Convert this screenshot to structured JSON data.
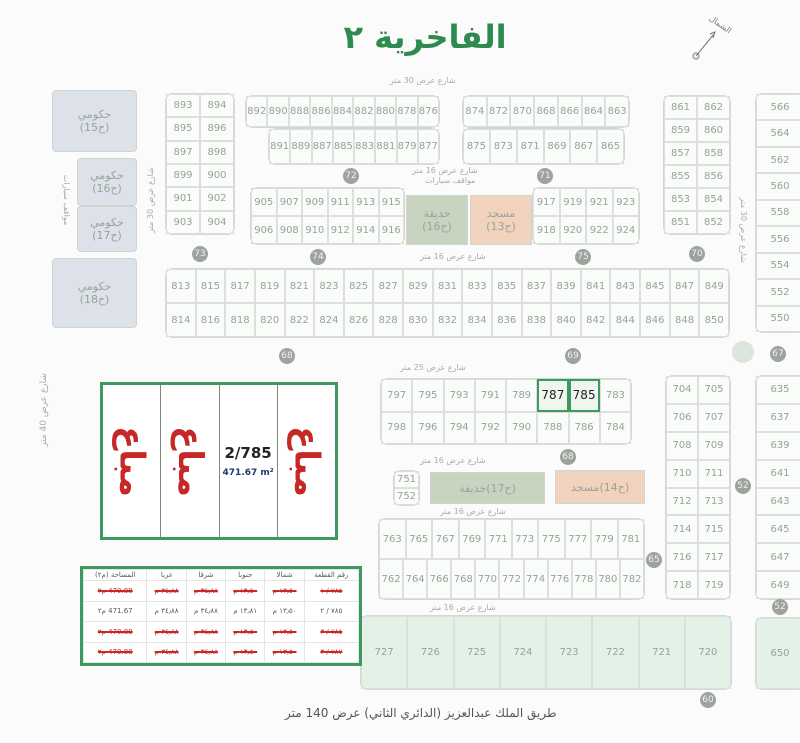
{
  "title": "الفاخرية ٢",
  "north_label": "الشمال",
  "colors": {
    "accent": "#2e8b50",
    "sold": "#c62828",
    "garden": "#c8d3c0",
    "mosque": "#f1d3bd",
    "government": "#dde1ea",
    "commercial": "#e4f1e6"
  },
  "roads": {
    "top": "شارع عرض 30 متر",
    "inner16": "شارع عرض 16 متر",
    "r25": "شارع عرض 25 متر",
    "left40": "شارع عرض 40 متر",
    "right30": "شارع عرض 30 متر",
    "parking": "مواقف سيارات",
    "bottom": "طريق الملك عبدالعزيز (الدائري الثاني) عرض 140 متر"
  },
  "government": [
    {
      "label": "حكومي",
      "code": "(ح15)"
    },
    {
      "label": "حكومي",
      "code": "(ح16)"
    },
    {
      "label": "حكومي",
      "code": "(ح17)"
    },
    {
      "label": "حكومي",
      "code": "(ح18)"
    }
  ],
  "facilities": [
    {
      "label": "حديقة",
      "code": "(ح16)",
      "type": "garden"
    },
    {
      "label": "مسجد",
      "code": "(ح13)",
      "type": "mosque"
    },
    {
      "label": "حديقة",
      "code": "(ح17)",
      "type": "garden"
    },
    {
      "label": "مسجد",
      "code": "(ح14)",
      "type": "mosque"
    }
  ],
  "blocks": {
    "b73": [
      [
        "893",
        "894"
      ],
      [
        "895",
        "896"
      ],
      [
        "897",
        "898"
      ],
      [
        "899",
        "900"
      ],
      [
        "901",
        "902"
      ],
      [
        "903",
        "904"
      ]
    ],
    "b72top": [
      [
        "892",
        "890",
        "888",
        "886",
        "884",
        "882",
        "880",
        "878",
        "876"
      ]
    ],
    "b72bot": [
      [
        "891",
        "889",
        "887",
        "885",
        "883",
        "881",
        "879",
        "877"
      ]
    ],
    "b71top": [
      [
        "874",
        "872",
        "870",
        "868",
        "866",
        "864",
        "863"
      ]
    ],
    "b71bot": [
      [
        "875",
        "873",
        "871",
        "869",
        "867",
        "865"
      ]
    ],
    "b70": [
      [
        "861",
        "862"
      ],
      [
        "859",
        "860"
      ],
      [
        "857",
        "858"
      ],
      [
        "855",
        "856"
      ],
      [
        "853",
        "854"
      ],
      [
        "851",
        "852"
      ]
    ],
    "b74": [
      [
        "905",
        "907",
        "909",
        "911",
        "913",
        "915"
      ],
      [
        "906",
        "908",
        "910",
        "912",
        "914",
        "916"
      ]
    ],
    "b75": [
      [
        "917",
        "919",
        "921",
        "923"
      ],
      [
        "918",
        "920",
        "922",
        "924"
      ]
    ],
    "b69": [
      [
        "813",
        "815",
        "817",
        "819",
        "821",
        "823",
        "825",
        "827",
        "829",
        "831",
        "833",
        "835",
        "837",
        "839",
        "841",
        "843",
        "845",
        "847",
        "849"
      ],
      [
        "814",
        "816",
        "818",
        "820",
        "822",
        "824",
        "826",
        "828",
        "830",
        "832",
        "834",
        "836",
        "838",
        "840",
        "842",
        "844",
        "846",
        "848",
        "850"
      ]
    ],
    "bright1": [
      [
        "566"
      ],
      [
        "564"
      ],
      [
        "562"
      ],
      [
        "560"
      ],
      [
        "558"
      ],
      [
        "556"
      ],
      [
        "554"
      ],
      [
        "552"
      ],
      [
        "550"
      ]
    ],
    "b68": [
      [
        "797",
        "795",
        "793",
        "791",
        "789",
        "787",
        "785",
        "783"
      ],
      [
        "798",
        "796",
        "794",
        "792",
        "790",
        "788",
        "786",
        "784"
      ]
    ],
    "b751": [
      [
        "751"
      ],
      [
        "752"
      ]
    ],
    "b65": [
      [
        "763",
        "765",
        "767",
        "769",
        "771",
        "773",
        "775",
        "777",
        "779",
        "781"
      ],
      [
        "762",
        "764",
        "766",
        "768",
        "770",
        "772",
        "774",
        "776",
        "778",
        "780",
        "782"
      ]
    ],
    "b52": [
      [
        "704",
        "705"
      ],
      [
        "706",
        "707"
      ],
      [
        "708",
        "709"
      ],
      [
        "710",
        "711"
      ],
      [
        "712",
        "713"
      ],
      [
        "714",
        "715"
      ],
      [
        "716",
        "717"
      ],
      [
        "718",
        "719"
      ]
    ],
    "bright2": [
      [
        "635"
      ],
      [
        "637"
      ],
      [
        "639"
      ],
      [
        "641"
      ],
      [
        "643"
      ],
      [
        "645"
      ],
      [
        "647"
      ],
      [
        "649"
      ]
    ],
    "b60": [
      [
        "727",
        "726",
        "725",
        "724",
        "723",
        "722",
        "721",
        "720"
      ]
    ],
    "b650": [
      [
        "650"
      ]
    ]
  },
  "block_badges": [
    "73",
    "72",
    "71",
    "70",
    "74",
    "75",
    "68",
    "69",
    "67",
    "65",
    "60",
    "52",
    "52",
    "68"
  ],
  "highlighted_lots": [
    "787",
    "785"
  ],
  "inset": {
    "lot_label": "2/785",
    "area": "471.67 m²",
    "sold_mark": "مباع"
  },
  "table": {
    "headers": [
      "رقم القطعة",
      "شمالا",
      "جنوبا",
      "شرقا",
      "غربا",
      "المساحة (م٢)"
    ],
    "rows": [
      {
        "cells": [
          "٧٨٥ / ١",
          "١٣٫٥٠ م",
          "١٣٫٥٠ م",
          "٣٤٫٨٨ م",
          "٣٤٫٨٨ م",
          "470.88 م٢"
        ],
        "sold": true
      },
      {
        "cells": [
          "٧٨٥ / ٢",
          "١٣٫٥٠ م",
          "١٣٫٨١ م",
          "٣٤٫٨٨ م",
          "٣٤٫٨٨ م",
          "471.67 م٢"
        ],
        "sold": false
      },
      {
        "cells": [
          "٧٨٥ / ٣",
          "١٣٫٥٠ م",
          "١٣٫٥٠ م",
          "٣٤٫٨٨ م",
          "٣٤٫٨٨ م",
          "470.88 م٢"
        ],
        "sold": true
      },
      {
        "cells": [
          "٧٨٧ / ٣",
          "١٣٫٥٠ م",
          "١٣٫٥٠ م",
          "٣٤٫٨٨ م",
          "٣٤٫٨٨ م",
          "470.88 م٢"
        ],
        "sold": true
      }
    ]
  }
}
